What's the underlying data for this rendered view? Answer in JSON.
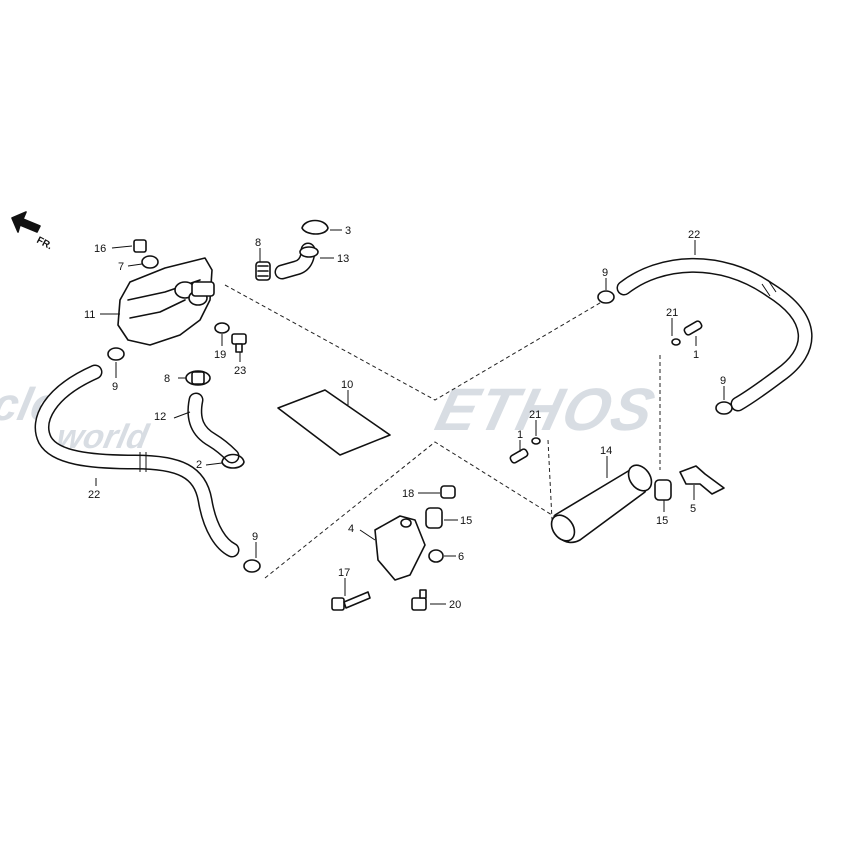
{
  "watermarks": {
    "left_top": "cycle",
    "left_bottom": "world",
    "right": "ETHOS"
  },
  "direction": {
    "label": "FR."
  },
  "callouts": [
    {
      "id": "c16",
      "text": "16"
    },
    {
      "id": "c7",
      "text": "7"
    },
    {
      "id": "c11",
      "text": "11"
    },
    {
      "id": "c9a",
      "text": "9"
    },
    {
      "id": "c8a",
      "text": "8"
    },
    {
      "id": "c3",
      "text": "3"
    },
    {
      "id": "c13",
      "text": "13"
    },
    {
      "id": "c19",
      "text": "19"
    },
    {
      "id": "c23",
      "text": "23"
    },
    {
      "id": "c8b",
      "text": "8"
    },
    {
      "id": "c10",
      "text": "10"
    },
    {
      "id": "c12",
      "text": "12"
    },
    {
      "id": "c2",
      "text": "2"
    },
    {
      "id": "c22a",
      "text": "22"
    },
    {
      "id": "c9b",
      "text": "9"
    },
    {
      "id": "c22b",
      "text": "22"
    },
    {
      "id": "c9c",
      "text": "9"
    },
    {
      "id": "c21a",
      "text": "21"
    },
    {
      "id": "c1a",
      "text": "1"
    },
    {
      "id": "c9d",
      "text": "9"
    },
    {
      "id": "c21b",
      "text": "21"
    },
    {
      "id": "c1b",
      "text": "1"
    },
    {
      "id": "c14",
      "text": "14"
    },
    {
      "id": "c18",
      "text": "18"
    },
    {
      "id": "c15a",
      "text": "15"
    },
    {
      "id": "c15b",
      "text": "15"
    },
    {
      "id": "c5",
      "text": "5"
    },
    {
      "id": "c4",
      "text": "4"
    },
    {
      "id": "c6",
      "text": "6"
    },
    {
      "id": "c17",
      "text": "17"
    },
    {
      "id": "c20",
      "text": "20"
    }
  ]
}
